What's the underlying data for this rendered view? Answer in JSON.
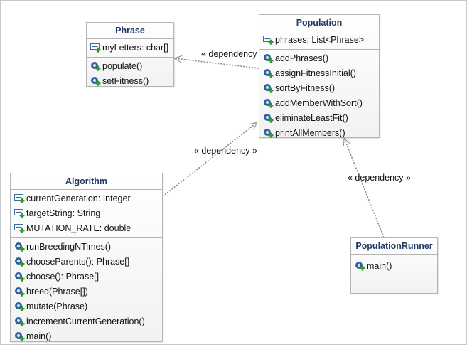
{
  "diagram": {
    "classes": {
      "phrase": {
        "name": "Phrase",
        "attributes": [
          "myLetters: char[]"
        ],
        "operations": [
          "populate()",
          "setFitness()"
        ]
      },
      "population": {
        "name": "Population",
        "attributes": [
          "phrases: List<Phrase>"
        ],
        "operations": [
          "addPhrases()",
          "assignFitnessInitial()",
          "sortByFitness()",
          "addMemberWithSort()",
          "eliminateLeastFit()",
          "printAllMembers()"
        ]
      },
      "algorithm": {
        "name": "Algorithm",
        "attributes": [
          "currentGeneration: Integer",
          "targetString: String",
          "MUTATION_RATE: double"
        ],
        "operations": [
          "runBreedingNTimes()",
          "chooseParents(): Phrase[]",
          "choose(): Phrase[]",
          "breed(Phrase[])",
          "mutate(Phrase)",
          "incrementCurrentGeneration()",
          "main()"
        ]
      },
      "population_runner": {
        "name": "PopulationRunner",
        "attributes": [],
        "operations": [
          "main()"
        ]
      }
    },
    "dependencies": [
      {
        "from": "Population",
        "to": "Phrase",
        "label": "« dependency »"
      },
      {
        "from": "Algorithm",
        "to": "Population",
        "label": "« dependency »"
      },
      {
        "from": "PopulationRunner",
        "to": "Population",
        "label": "« dependency »"
      }
    ],
    "colors": {
      "class_name": "#1f3a63",
      "border": "#b4b4b4",
      "edge": "#8a8a8a",
      "field_icon": "#3a6ea5",
      "method_icon": "#2f5f9a",
      "plus": "#2e9b2e"
    }
  }
}
